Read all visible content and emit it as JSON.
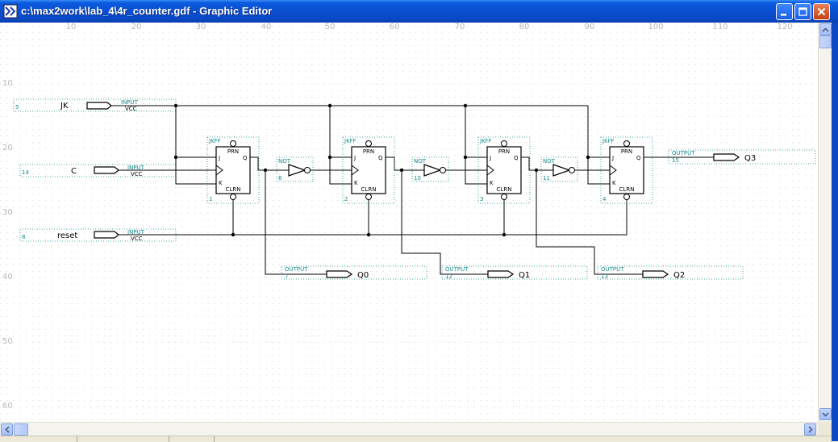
{
  "window": {
    "title": "c:\\max2work\\lab_4\\4r_counter.gdf - Graphic Editor"
  },
  "ruler": {
    "x_ticks": [
      "10",
      "20",
      "30",
      "40",
      "50",
      "60",
      "70",
      "80",
      "90",
      "100",
      "110",
      "120"
    ],
    "y_ticks": [
      "10",
      "20",
      "30",
      "40",
      "50",
      "60"
    ]
  },
  "pins": {
    "jk": {
      "name": "JK",
      "num": "5",
      "type": "INPUT",
      "sub": "VCC"
    },
    "c": {
      "name": "C",
      "num": "14",
      "type": "INPUT",
      "sub": "VCC"
    },
    "reset": {
      "name": "reset",
      "num": "8",
      "type": "INPUT",
      "sub": "VCC"
    },
    "q0": {
      "name": "Q0",
      "num": "7",
      "type": "OUTPUT"
    },
    "q1": {
      "name": "Q1",
      "num": "12",
      "type": "OUTPUT"
    },
    "q2": {
      "name": "Q2",
      "num": "13",
      "type": "OUTPUT"
    },
    "q3": {
      "name": "Q3",
      "num": "15",
      "type": "OUTPUT"
    }
  },
  "flipflops": [
    {
      "type": "JKFF",
      "num": "1",
      "prn": "PRN",
      "clrn": "CLRN",
      "j": "J",
      "k": "K",
      "q": "Q"
    },
    {
      "type": "JKFF",
      "num": "2",
      "prn": "PRN",
      "clrn": "CLRN",
      "j": "J",
      "k": "K",
      "q": "Q"
    },
    {
      "type": "JKFF",
      "num": "3",
      "prn": "PRN",
      "clrn": "CLRN",
      "j": "J",
      "k": "K",
      "q": "Q"
    },
    {
      "type": "JKFF",
      "num": "4",
      "prn": "PRN",
      "clrn": "CLRN",
      "j": "J",
      "k": "K",
      "q": "Q"
    }
  ],
  "nots": [
    {
      "type": "NOT",
      "num": "6"
    },
    {
      "type": "NOT",
      "num": "10"
    },
    {
      "type": "NOT",
      "num": "11"
    }
  ]
}
